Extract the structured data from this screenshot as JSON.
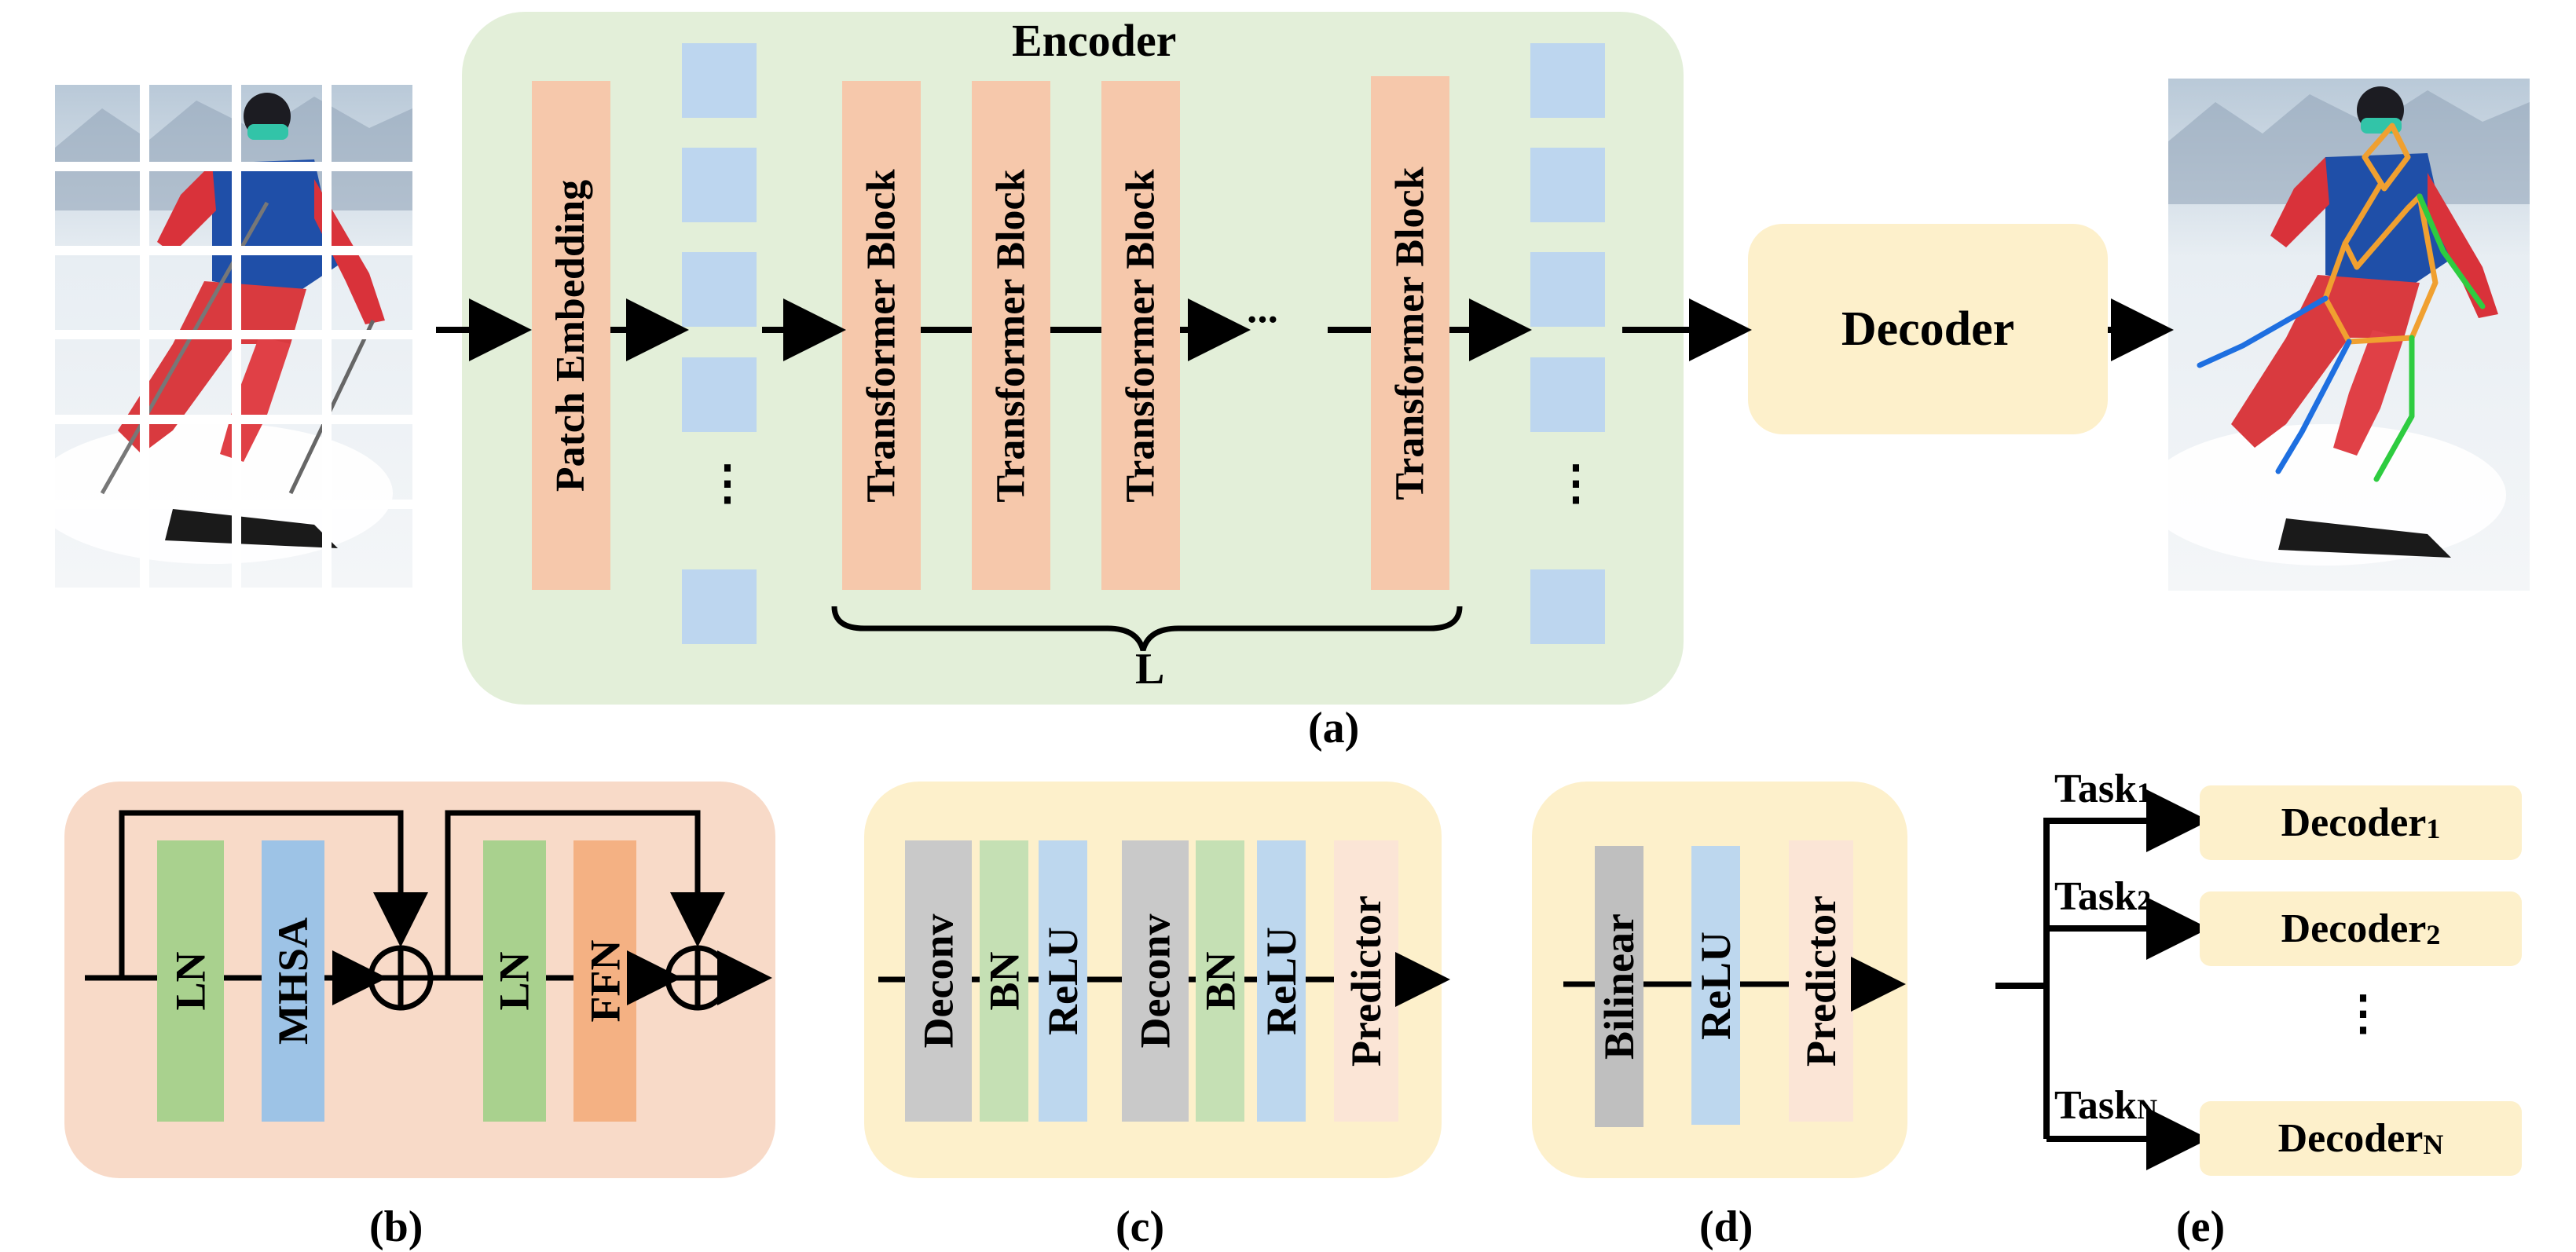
{
  "colors": {
    "encoder_bg": "#e3efd9",
    "patch_orange": "#f6c8ab",
    "token_blue": "#bdd6ef",
    "decoder_bg": "#fdf0cb",
    "panel_b_bg": "#f8dac8",
    "ln_green": "#a9d18e",
    "mhsa_blue": "#9dc3e6",
    "ffn_orange": "#f4b183",
    "deconv_gray": "#c9c9c9",
    "bn_green": "#c5e0b4",
    "relu_blue": "#bdd7ee",
    "predictor_pink": "#fbe5d6",
    "bilinear_gray": "#bfbfbf",
    "skeleton_orange": "#f0a030",
    "skeleton_green": "#2ecc40",
    "skeleton_blue": "#1e6fe0"
  },
  "panel_a": {
    "encoder_title": "Encoder",
    "patch_embedding": "Patch Embedding",
    "transformer_block": "Transformer Block",
    "ellipsis_h": "···",
    "ellipsis_v": "⋮",
    "repeat_label": "L",
    "decoder_label": "Decoder",
    "caption": "(a)"
  },
  "panel_b": {
    "ln": "LN",
    "mhsa": "MHSA",
    "ffn": "FFN",
    "caption": "(b)"
  },
  "panel_c": {
    "deconv": "Deconv",
    "bn": "BN",
    "relu": "ReLU",
    "predictor": "Predictor",
    "caption": "(c)"
  },
  "panel_d": {
    "bilinear": "Bilinear",
    "relu": "ReLU",
    "predictor": "Predictor",
    "caption": "(d)"
  },
  "panel_e": {
    "tasks": [
      {
        "task": "Task",
        "sub": "1",
        "decoder": "Decoder",
        "dsub": "1"
      },
      {
        "task": "Task",
        "sub": "2",
        "decoder": "Decoder",
        "dsub": "2"
      },
      {
        "task": "Task",
        "sub": "N",
        "decoder": "Decoder",
        "dsub": "N"
      }
    ],
    "ellipsis_v": "⋮",
    "caption": "(e)"
  }
}
